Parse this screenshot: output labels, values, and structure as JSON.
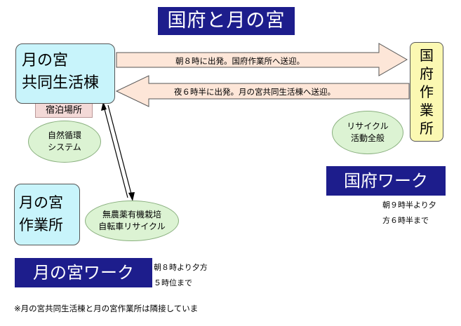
{
  "title": "国府と月の宮",
  "tsuki_building": {
    "line1": "月の宮",
    "line2": "共同生活棟"
  },
  "shukuhaku": "宿泊場所",
  "shizen": {
    "line1": "自然循環",
    "line2": "システム"
  },
  "kokufu_sagyosho": [
    "国",
    "府",
    "作",
    "業",
    "所"
  ],
  "recycle": {
    "line1": "リサイクル",
    "line2": "活動全般"
  },
  "arrow_right_text": "朝８時に出発。国府作業所へ送迎。",
  "arrow_left_text": "夜６時半に出発。月の宮共同生活棟へ送迎。",
  "tsuki_sagyosho": {
    "line1": "月の宮",
    "line2": "作業所"
  },
  "munoyaku": {
    "line1": "無農薬有機栽培",
    "line2": "自転車リサイクル"
  },
  "kokufu_work": {
    "label": "国府ワーク",
    "time1": "朝９時半より夕",
    "time2": "方６時半まで"
  },
  "tsuki_work": {
    "label": "月の宮ワーク",
    "time1": "朝８時より夕方",
    "time2": "５時位まで"
  },
  "footnote": "※月の宮共同生活棟と月の宮作業所は隣接していま",
  "colors": {
    "navy": "#1d1d8c",
    "light_cyan": "#c8f4fb",
    "light_yellow": "#fbf8b2",
    "light_green": "#dcf3d3",
    "pink": "#f3d9d7",
    "arrow_fill": "#fde6d8"
  }
}
